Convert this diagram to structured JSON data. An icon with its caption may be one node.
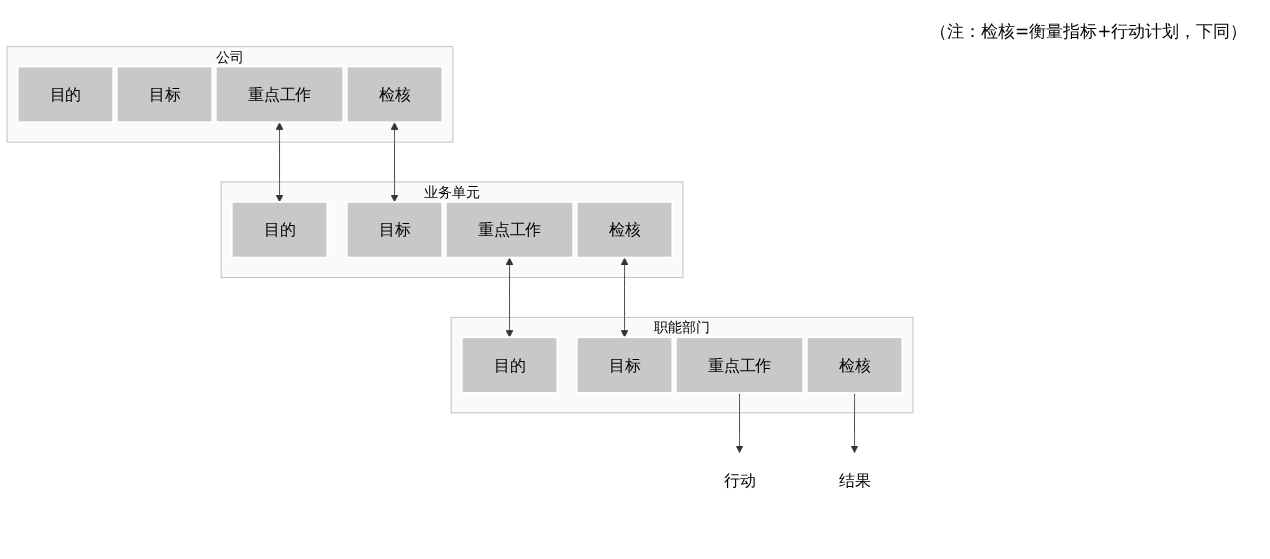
{
  "diagram": {
    "nodes": [
      {
        "text": [
          "公司"
        ]
      },
      {
        "text": [
          "目的"
        ],
        "in": 0
      },
      {
        "text": [
          "目标"
        ],
        "in": 0
      },
      {
        "text": [
          "重点工作"
        ],
        "in": 0
      },
      {
        "text": [
          "检核"
        ],
        "in": 0
      },
      {
        "text": [
          "业务单元"
        ]
      },
      {
        "text": [
          "目的"
        ],
        "in": 5
      },
      {
        "text": [
          "目标"
        ],
        "in": 5
      },
      {
        "text": [
          "重点工作"
        ],
        "in": 5
      },
      {
        "text": [
          "检核"
        ],
        "in": 5
      },
      {
        "text": [
          "职能部门"
        ]
      },
      {
        "text": [
          "目的"
        ],
        "in": 10
      },
      {
        "text": [
          "目标"
        ],
        "in": 10
      },
      {
        "text": [
          "重点工作"
        ],
        "in": 10
      },
      {
        "text": [
          "检核"
        ],
        "in": 10
      },
      {
        "text": [
          "行动"
        ]
      },
      {
        "text": [
          "结果"
        ]
      }
    ],
    "edges": [
      {
        "from": 3,
        "to": 6,
        "arrow": "both"
      },
      {
        "from": 4,
        "to": 7,
        "arrow": "both"
      },
      {
        "from": 8,
        "to": 11,
        "arrow": "both"
      },
      {
        "from": 9,
        "to": 12,
        "arrow": "both"
      },
      {
        "from": 13,
        "to": 15,
        "arrow": "to"
      },
      {
        "from": 14,
        "to": 16,
        "arrow": "to"
      }
    ],
    "labels": [
      "（注：检核=衡量指标+行动计划，下同）"
    ]
  }
}
